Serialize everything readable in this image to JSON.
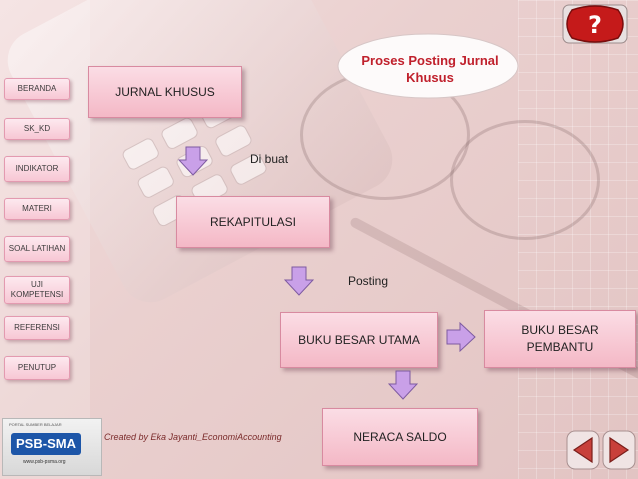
{
  "sidebar": {
    "items": [
      {
        "label": "BERANDA"
      },
      {
        "label": "SK_KD"
      },
      {
        "label": "INDIKATOR"
      },
      {
        "label": "MATERI"
      },
      {
        "label": "SOAL LATIHAN"
      },
      {
        "label": "UJI KOMPETENSI"
      },
      {
        "label": "REFERENSI"
      },
      {
        "label": "PENUTUP"
      }
    ]
  },
  "callout": {
    "title": "Proses Posting Jurnal Khusus"
  },
  "flow": {
    "jurnal_khusus": "JURNAL KHUSUS",
    "step1_label": "Di buat",
    "rekapitulasi": "REKAPITULASI",
    "step2_label": "Posting",
    "buku_besar_utama": "BUKU BESAR UTAMA",
    "buku_besar_pembantu": "BUKU BESAR PEMBANTU",
    "neraca_saldo": "NERACA SALDO"
  },
  "footer": {
    "credit": "Created by Eka Jayanti_EconomiAccounting",
    "logo_text": "PSB-SMA",
    "logo_url": "www.psb-psma.org",
    "logo_caption": "PORTAL SUMBER BELAJAR"
  },
  "help": {
    "glyph": "?"
  },
  "colors": {
    "accent": "#c0202c",
    "box_fill": "#f4b8c6",
    "arrow_fill": "#c9a0e8",
    "nav_arrow": "#c8403a"
  },
  "icons": {
    "help": "question-mark-icon",
    "prev": "prev-arrow-icon",
    "next": "next-arrow-icon",
    "flow_arrow": "arrow-down-icon"
  }
}
